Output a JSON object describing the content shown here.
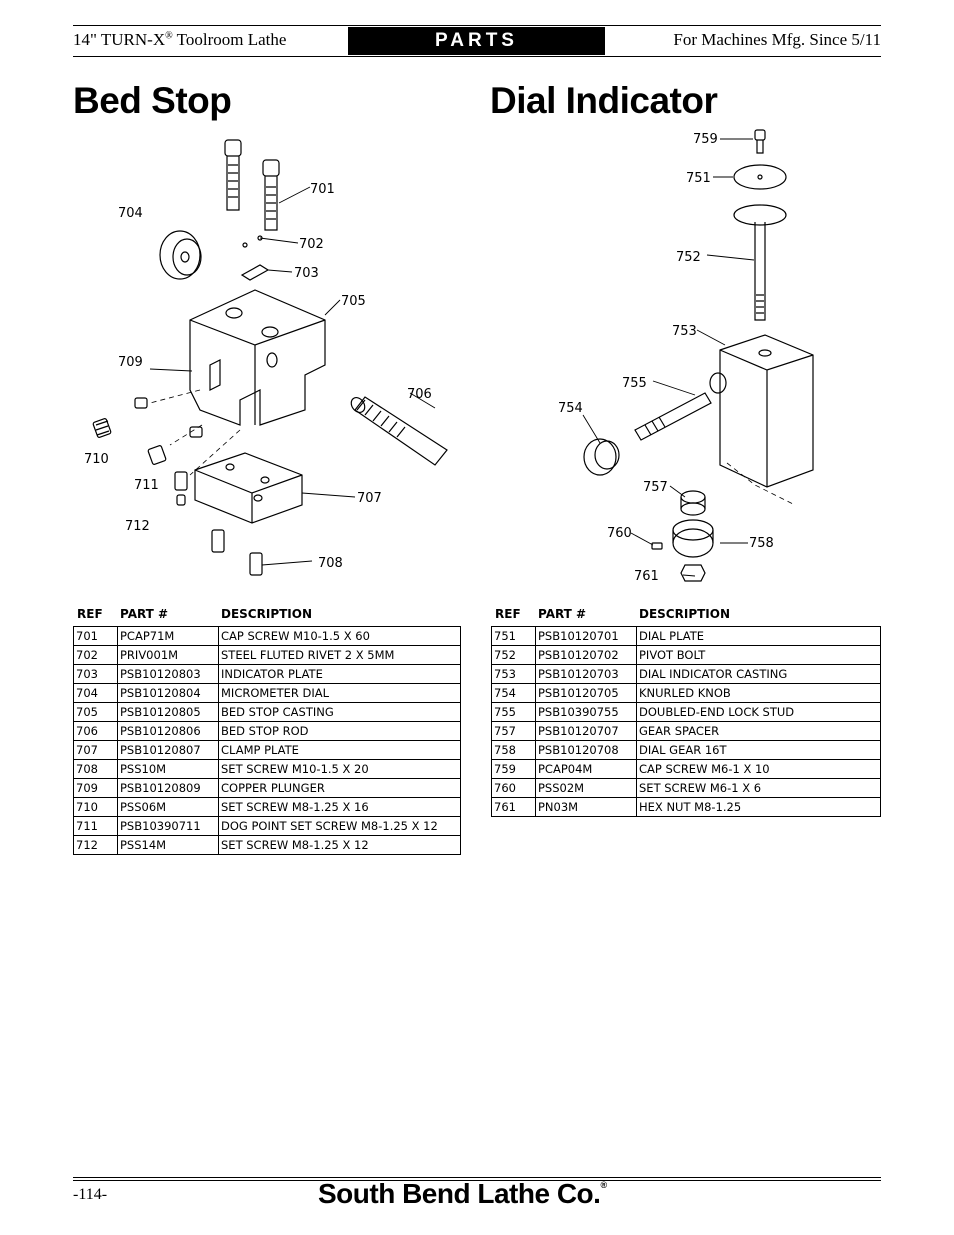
{
  "header": {
    "left_text": "14\" TURN-X",
    "left_reg": "®",
    "left_suffix": " Toolroom Lathe",
    "center": "PARTS",
    "right_text": "For Machines Mfg. Since 5/11"
  },
  "sections": {
    "bed_stop_title": "Bed Stop",
    "dial_indicator_title": "Dial Indicator"
  },
  "table_headers": {
    "ref": "REF",
    "part": "PART #",
    "description": "DESCRIPTION"
  },
  "bed_stop_callouts": [
    "701",
    "702",
    "703",
    "704",
    "705",
    "706",
    "707",
    "708",
    "709",
    "710",
    "711",
    "712"
  ],
  "dial_callouts": [
    "759",
    "751",
    "752",
    "753",
    "755",
    "754",
    "757",
    "760",
    "758",
    "761"
  ],
  "bed_stop_parts": [
    {
      "ref": "701",
      "part": "PCAP71M",
      "desc": "CAP SCREW M10-1.5 X 60"
    },
    {
      "ref": "702",
      "part": "PRIV001M",
      "desc": "STEEL FLUTED RIVET 2 X 5MM"
    },
    {
      "ref": "703",
      "part": "PSB10120803",
      "desc": "INDICATOR PLATE"
    },
    {
      "ref": "704",
      "part": "PSB10120804",
      "desc": "MICROMETER DIAL"
    },
    {
      "ref": "705",
      "part": "PSB10120805",
      "desc": "BED STOP CASTING"
    },
    {
      "ref": "706",
      "part": "PSB10120806",
      "desc": "BED STOP ROD"
    },
    {
      "ref": "707",
      "part": "PSB10120807",
      "desc": "CLAMP PLATE"
    },
    {
      "ref": "708",
      "part": "PSS10M",
      "desc": "SET SCREW M10-1.5 X 20"
    },
    {
      "ref": "709",
      "part": "PSB10120809",
      "desc": "COPPER PLUNGER"
    },
    {
      "ref": "710",
      "part": "PSS06M",
      "desc": "SET SCREW M8-1.25 X 16"
    },
    {
      "ref": "711",
      "part": "PSB10390711",
      "desc": "DOG POINT SET SCREW M8-1.25 X 12"
    },
    {
      "ref": "712",
      "part": "PSS14M",
      "desc": "SET SCREW M8-1.25 X 12"
    }
  ],
  "dial_parts": [
    {
      "ref": "751",
      "part": "PSB10120701",
      "desc": "DIAL PLATE"
    },
    {
      "ref": "752",
      "part": "PSB10120702",
      "desc": "PIVOT BOLT"
    },
    {
      "ref": "753",
      "part": "PSB10120703",
      "desc": "DIAL INDICATOR CASTING"
    },
    {
      "ref": "754",
      "part": "PSB10120705",
      "desc": "KNURLED KNOB"
    },
    {
      "ref": "755",
      "part": "PSB10390755",
      "desc": "DOUBLED-END LOCK STUD"
    },
    {
      "ref": "757",
      "part": "PSB10120707",
      "desc": "GEAR SPACER"
    },
    {
      "ref": "758",
      "part": "PSB10120708",
      "desc": "DIAL GEAR 16T"
    },
    {
      "ref": "759",
      "part": "PCAP04M",
      "desc": "CAP SCREW M6-1 X 10"
    },
    {
      "ref": "760",
      "part": "PSS02M",
      "desc": "SET SCREW M6-1 X 6"
    },
    {
      "ref": "761",
      "part": "PN03M",
      "desc": "HEX NUT M8-1.25"
    }
  ],
  "footer": {
    "page_number": "-114-",
    "brand": "South Bend Lathe Co.",
    "brand_reg": "®"
  }
}
